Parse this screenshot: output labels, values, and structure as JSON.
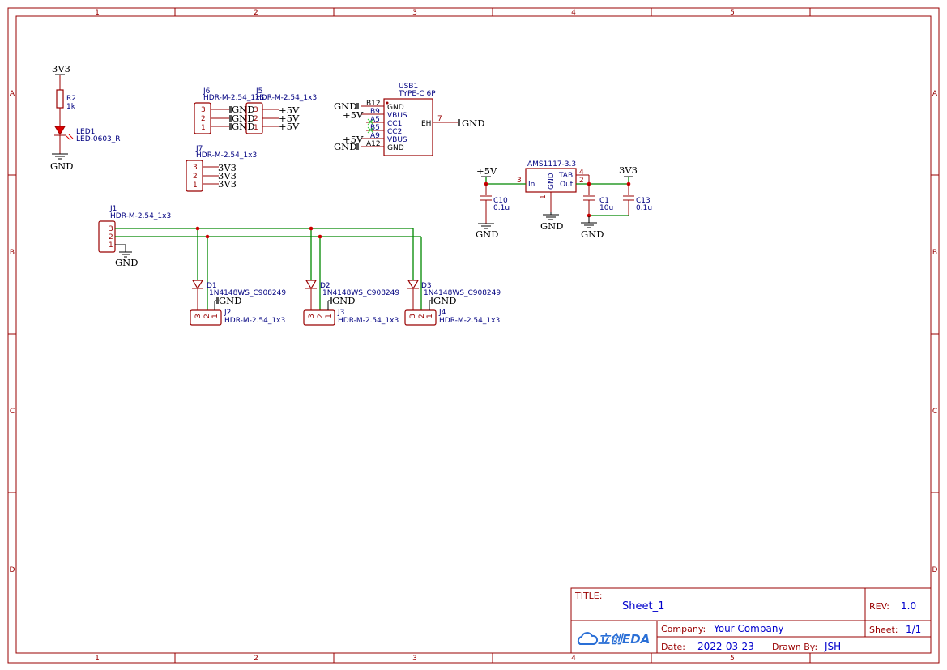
{
  "frame": {
    "columns": [
      "1",
      "2",
      "3",
      "4",
      "5"
    ],
    "rows": [
      "A",
      "B",
      "C",
      "D"
    ]
  },
  "title_block": {
    "title_label": "TITLE:",
    "title": "Sheet_1",
    "rev_label": "REV:",
    "rev": "1.0",
    "company_label": "Company:",
    "company": "Your Company",
    "sheet_label": "Sheet:",
    "sheet": "1/1",
    "date_label": "Date:",
    "date": "2022-03-23",
    "drawn_label": "Drawn By:",
    "drawn_by": "JSH",
    "logo_text": "立创EDA"
  },
  "components": {
    "r2": {
      "ref": "R2",
      "value": "1k"
    },
    "led1": {
      "ref": "LED1",
      "value": "LED-0603_R"
    },
    "j6": {
      "ref": "J6",
      "value": "HDR-M-2.54_1x3"
    },
    "j5": {
      "ref": "J5",
      "value": "HDR-M-2.54_1x3"
    },
    "j7": {
      "ref": "J7",
      "value": "HDR-M-2.54_1x3"
    },
    "usb1": {
      "ref": "USB1",
      "value": "TYPE-C 6P"
    },
    "u_reg": {
      "value": "AMS1117-3.3"
    },
    "c10": {
      "ref": "C10",
      "value": "0.1u"
    },
    "c1": {
      "ref": "C1",
      "value": "10u"
    },
    "c13": {
      "ref": "C13",
      "value": "0.1u"
    },
    "j1": {
      "ref": "J1",
      "value": "HDR-M-2.54_1x3"
    },
    "d1": {
      "ref": "D1",
      "value": "1N4148WS_C908249"
    },
    "d2": {
      "ref": "D2",
      "value": "1N4148WS_C908249"
    },
    "d3": {
      "ref": "D3",
      "value": "1N4148WS_C908249"
    },
    "j2": {
      "ref": "J2",
      "value": "HDR-M-2.54_1x3"
    },
    "j3": {
      "ref": "J3",
      "value": "HDR-M-2.54_1x3"
    },
    "j4": {
      "ref": "J4",
      "value": "HDR-M-2.54_1x3"
    }
  },
  "pins": {
    "n1": "1",
    "n2": "2",
    "n3": "3",
    "n4": "4",
    "n7": "7",
    "usb_left": [
      "B12",
      "B9",
      "A5",
      "B5",
      "A9",
      "A12"
    ],
    "usb_names": [
      "GND",
      "VBUS",
      "CC1",
      "CC2",
      "VBUS",
      "GND"
    ],
    "usb_eh": "EH",
    "reg_in": "In",
    "reg_out": "Out",
    "reg_tab": "TAB",
    "reg_gnd": "GND"
  },
  "nets": {
    "gnd": "GND",
    "v5": "+5V",
    "v33": "3V3"
  }
}
